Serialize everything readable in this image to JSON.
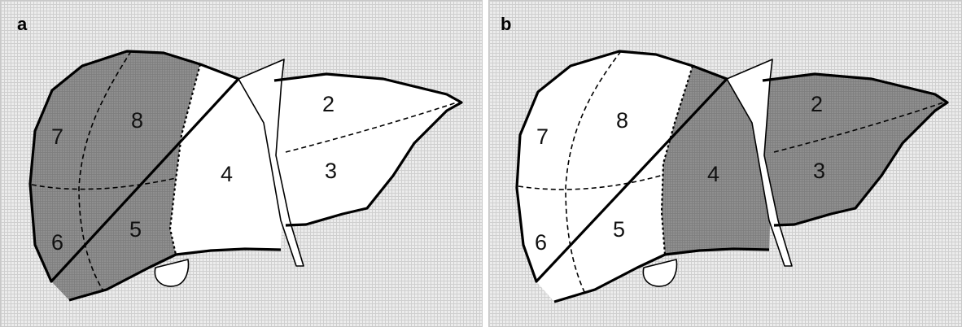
{
  "panels": [
    {
      "label": "a",
      "segments": [
        "2",
        "3",
        "4",
        "5",
        "6",
        "7",
        "8"
      ],
      "shaded_segments": [
        "5",
        "6",
        "7",
        "8"
      ],
      "unshaded_segments": [
        "2",
        "3",
        "4"
      ]
    },
    {
      "label": "b",
      "segments": [
        "2",
        "3",
        "4",
        "5",
        "6",
        "7",
        "8"
      ],
      "shaded_segments": [
        "2",
        "3",
        "4"
      ],
      "unshaded_segments": [
        "5",
        "6",
        "7",
        "8"
      ]
    }
  ],
  "colors": {
    "background_grid": "#e9e9e9",
    "shaded_segment": "#8f8f8f",
    "unshaded_segment": "#ffffff",
    "outline": "#000000"
  }
}
